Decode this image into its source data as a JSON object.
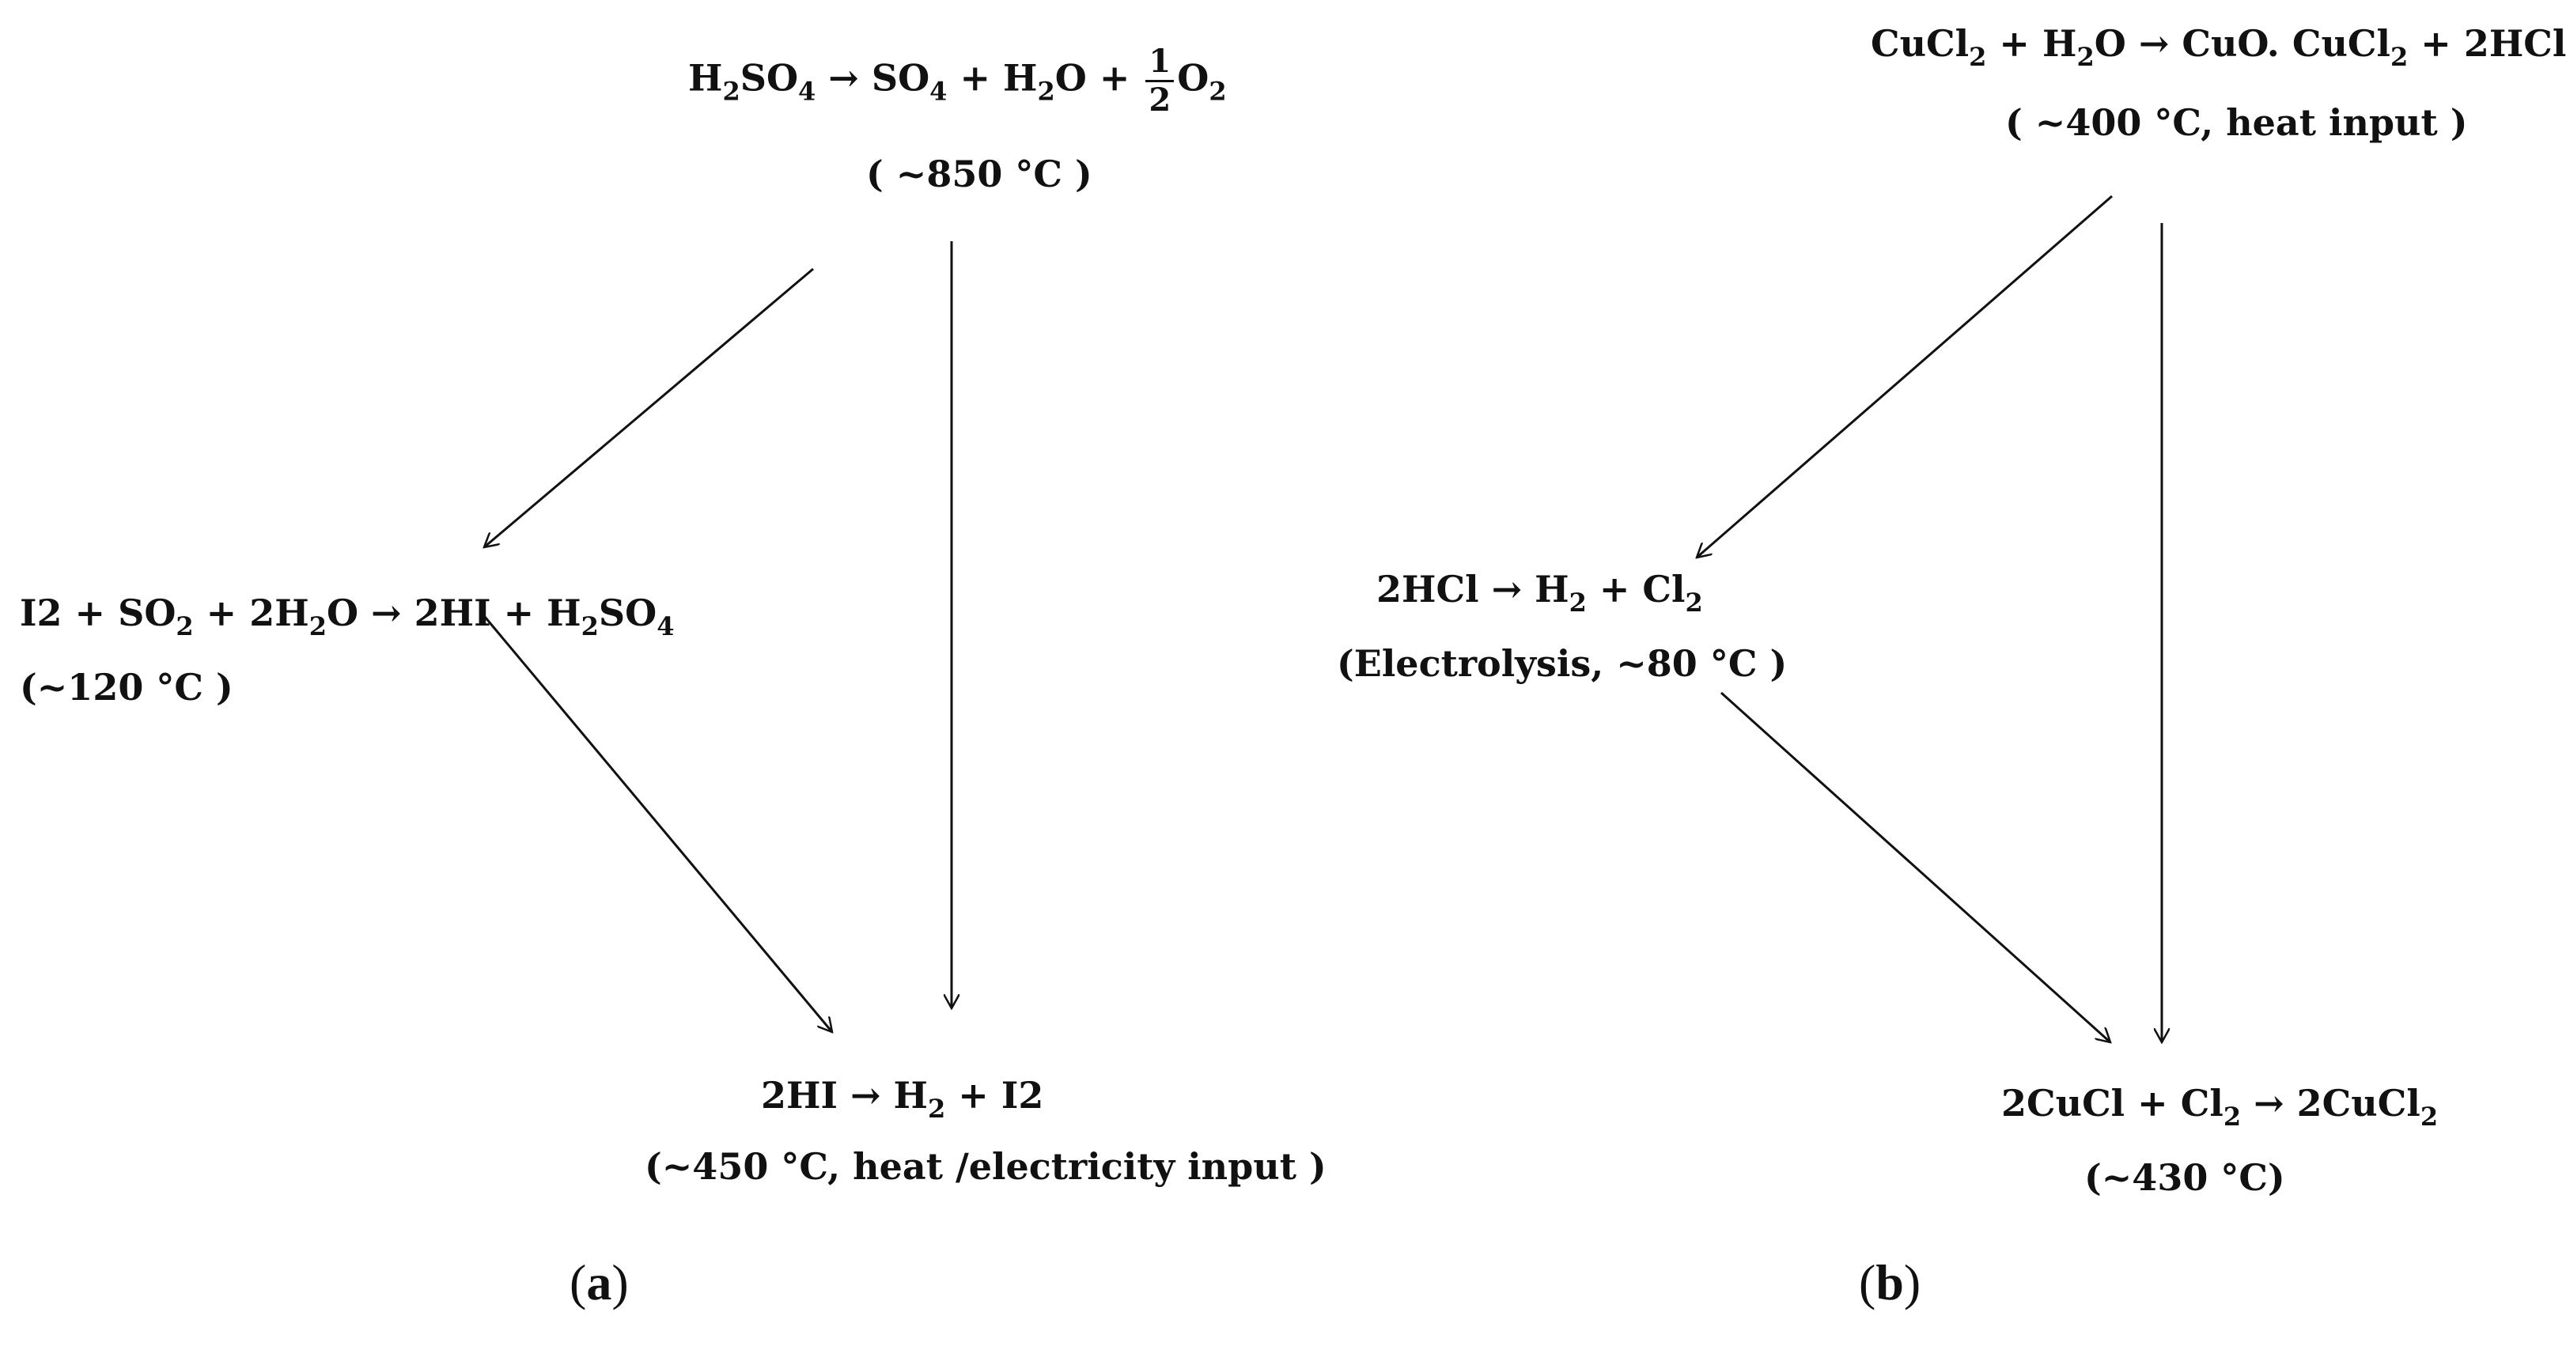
{
  "panel_a": {
    "top": {
      "t1": "H",
      "t2": "2",
      "t3": "SO",
      "t4": "4",
      "t5": " → SO",
      "t6": "4",
      "t7": " + H",
      "t8": "2",
      "t9": "O + ",
      "frac_num": "1",
      "frac_den": "2",
      "t10": "O",
      "t11": "2",
      "condition": "( ~850 °C )"
    },
    "left": {
      "t1": "I2 + SO",
      "t2": "2",
      "t3": " + 2H",
      "t4": "2",
      "t5": "O → 2HI + H",
      "t6": "2",
      "t7": "SO",
      "t8": "4",
      "condition": "(~120 °C )"
    },
    "bottom": {
      "t1": "2HI → H",
      "t2": "2",
      "t3": " + I2",
      "condition": "(~450 °C, heat /electricity input )"
    },
    "label_open": "(",
    "label": "a",
    "label_close": ")"
  },
  "panel_b": {
    "top": {
      "t1": "CuCl",
      "t2": "2",
      "t3": " + H",
      "t4": "2",
      "t5": "O → CuO. CuCl",
      "t6": "2",
      "t7": "  + 2HCl",
      "condition": "( ~400 °C, heat input )"
    },
    "left": {
      "t1": "2HCl → H",
      "t2": "2",
      "t3": " + Cl",
      "t4": "2",
      "condition": "(Electrolysis, ~80 °C )"
    },
    "bottom": {
      "t1": "2CuCl + Cl",
      "t2": "2",
      "t3": " → 2CuCl",
      "t4": "2",
      "condition": "(~430 °C)"
    },
    "label_open": "(",
    "label": "b",
    "label_close": ")"
  }
}
